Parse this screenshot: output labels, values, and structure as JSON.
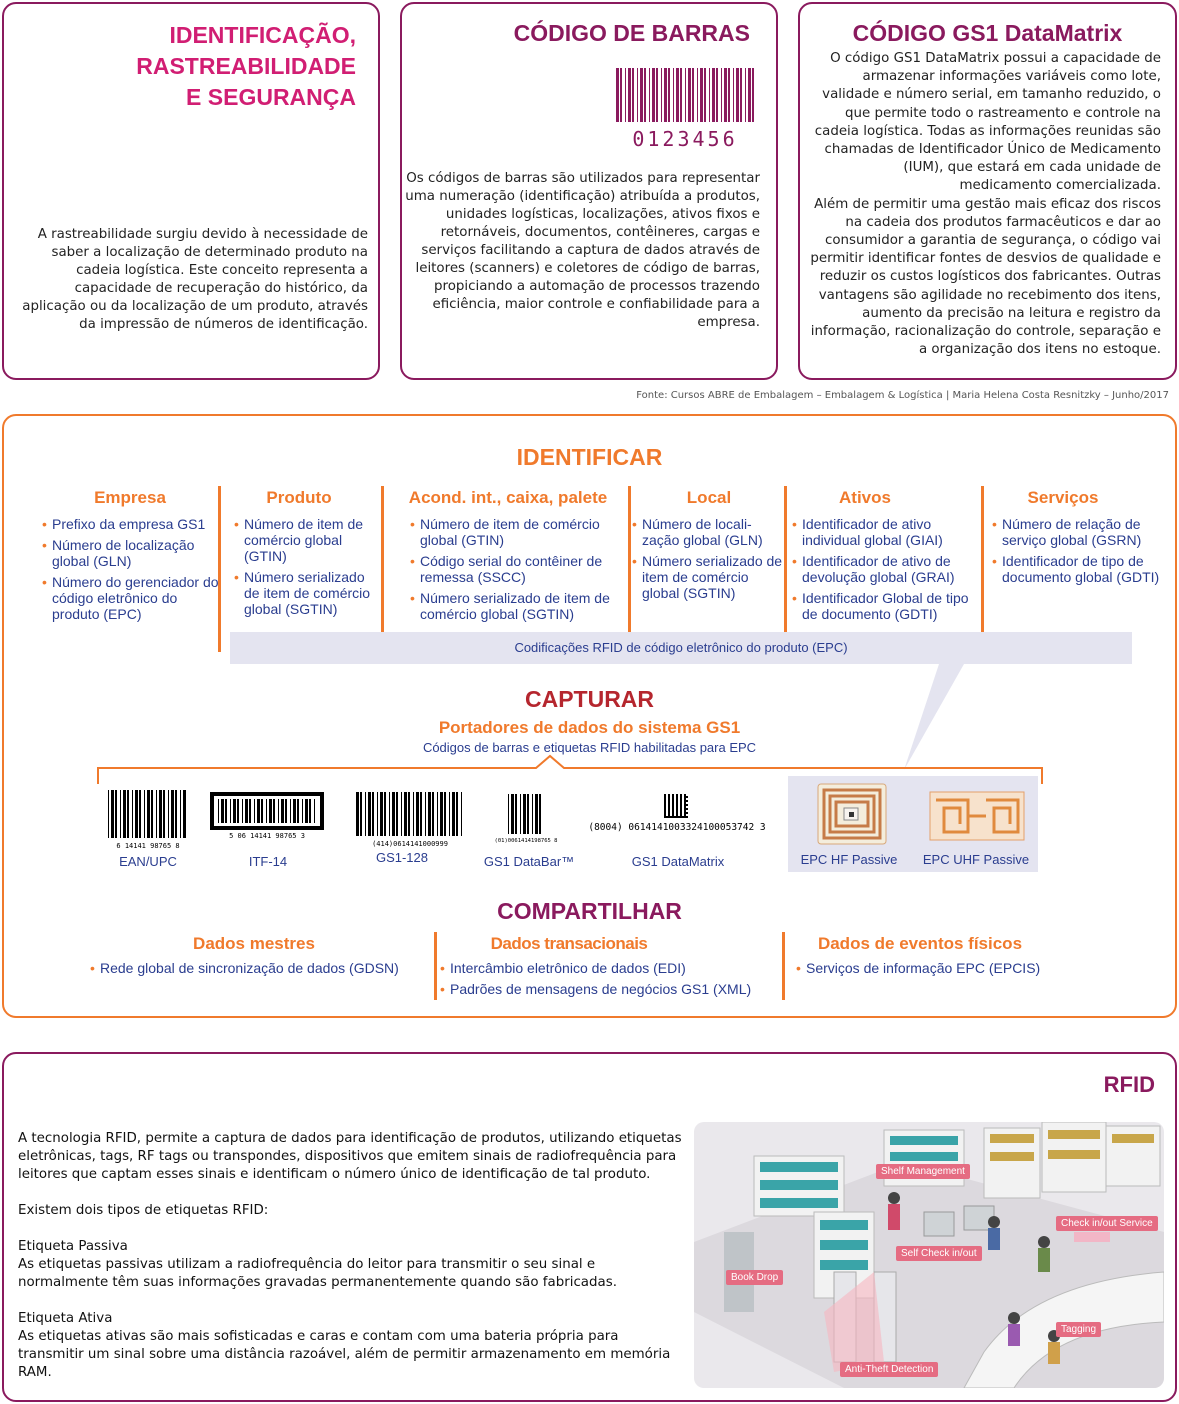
{
  "box1": {
    "title": [
      "IDENTIFICAÇÃO,",
      "RASTREABILIDADE",
      "E SEGURANÇA"
    ],
    "text": "A rastreabilidade surgiu devido à necessidade de saber a localização de determinado produto na cadeia logística. Este conceito representa a capacidade de recuperação do histórico, da aplicação ou da localização de um produto, através da impressão de números de identificação."
  },
  "box2": {
    "title": "CÓDIGO DE BARRAS",
    "barcode_digits": "0123456",
    "text": "Os códigos de barras são utilizados para representar uma numeração (identificação) atribuída a produtos, unidades logísticas, localizações, ativos fixos e retornáveis, documentos, contêineres, cargas e serviços facilitando a captura de dados através de leitores (scanners) e coletores de código de barras, propiciando a automação de processos trazendo eficiência, maior controle e confiabilidade para a empresa."
  },
  "box3": {
    "title": "CÓDIGO GS1 DataMatrix",
    "text1": "O código GS1 DataMatrix possui a capacidade de armazenar informações variáveis como lote, validade e número serial, em tamanho reduzido, o que permite todo o rastreamento e controle na cadeia logística. Todas as informações reunidas são chamadas de Identificador Único de Medicamento (IUM), que estará em cada unidade de medicamento comercializada.",
    "text2": "Além de permitir uma gestão mais eficaz dos riscos na cadeia dos produtos farmacêuticos e dar ao consumidor a garantia de segurança, o código vai permitir identificar fontes de desvios de qualidade e reduzir os custos logísticos dos fabricantes. Outras vantagens são agilidade no recebimento dos itens, aumento da precisão na leitura e registro da informação, racionalização do controle, separação e a organização dos itens no estoque."
  },
  "source": "Fonte: Cursos ABRE de Embalagem – Embalagem & Logística | Maria Helena Costa Resnitzky – Junho/2017",
  "gs1": {
    "identify_title": "IDENTIFICAR",
    "columns": [
      {
        "title": "Empresa",
        "items": [
          "Prefixo da empresa GS1",
          "Número de localização global (GLN)",
          "Número do gerenciador do código eletrônico do produto (EPC)"
        ]
      },
      {
        "title": "Produto",
        "items": [
          "Número de item de comércio global (GTIN)",
          "Número serializado de item de comércio global (SGTIN)"
        ]
      },
      {
        "title": "Acond. int., caixa, palete",
        "items": [
          "Número de item de comércio global (GTIN)",
          "Código serial do contêiner de remessa (SSCC)",
          "Número serializado de item de comércio global (SGTIN)"
        ]
      },
      {
        "title": "Local",
        "items": [
          "Número de locali-zação global (GLN)",
          "Número serializado de item de comércio global (SGTIN)"
        ]
      },
      {
        "title": "Ativos",
        "items": [
          "Identificador de ativo individual global (GIAI)",
          "Identificador de ativo de devolução global (GRAI)",
          "Identificador Global de tipo de documento (GDTI)"
        ]
      },
      {
        "title": "Serviços",
        "items": [
          "Número de relação de serviço global (GSRN)",
          "Identificador de tipo de documento global (GDTI)"
        ]
      }
    ],
    "rfid_band": "Codificações RFID de código eletrônico do produto (EPC)",
    "capture_title": "CAPTURAR",
    "carriers_title": "Portadores de dados do sistema GS1",
    "carriers_subtitle": "Códigos de barras e etiquetas RFID habilitadas para EPC",
    "carriers": [
      "EAN/UPC",
      "ITF-14",
      "GS1-128",
      "GS1 DataBar™",
      "GS1 DataMatrix",
      "EPC HF Passive",
      "EPC UHF Passive"
    ],
    "barcode_texts": {
      "ean": "6 14141 98765 8",
      "itf": "5 06 14141 98765 3",
      "gs1_128": "(414)0614141000999",
      "databar": "(01)0061414198765 8",
      "datamatrix": "(8004) 0614141003324100053742 3"
    },
    "share_title": "COMPARTILHAR",
    "share_columns": [
      {
        "title": "Dados mestres",
        "items": [
          "Rede global de sincronização de dados (GDSN)"
        ]
      },
      {
        "title": "Dados transacionais",
        "items": [
          "Intercâmbio eletrônico de dados (EDI)",
          "Padrões de mensagens de negócios GS1 (XML)"
        ]
      },
      {
        "title": "Dados de eventos físicos",
        "items": [
          "Serviços de informação EPC (EPCIS)"
        ]
      }
    ]
  },
  "rfid": {
    "title": "RFID",
    "p1": "A tecnologia RFID, permite a captura de dados para identificação de produtos, utilizando etiquetas eletrônicas, tags, RF tags ou transpondes, dispositivos que emitem sinais de radiofrequência para leitores que captam esses sinais e identificam o número único de identificação de tal produto.",
    "p2": "Existem dois tipos de etiquetas RFID:",
    "passive_title": "Etiqueta Passiva",
    "passive_text": "As etiquetas passivas utilizam a radiofrequência do leitor para transmitir o seu sinal e normalmente têm suas informações gravadas permanentemente quando são fabricadas.",
    "active_title": "Etiqueta Ativa",
    "active_text": "As etiquetas ativas são mais sofisticadas e caras e contam com uma bateria própria para transmitir um sinal sobre uma distância razoável, além de permitir armazenamento em memória RAM.",
    "scene_tags": [
      "Shelf Management",
      "Check in/out Service",
      "Self Check in/out",
      "Book Drop",
      "Tagging",
      "Anti-Theft Detection"
    ]
  },
  "colors": {
    "magenta": "#d11e73",
    "plum": "#8a1a5e",
    "orange": "#f07a2c",
    "navy": "#2a3d8f",
    "capture_red": "#b5262e"
  }
}
